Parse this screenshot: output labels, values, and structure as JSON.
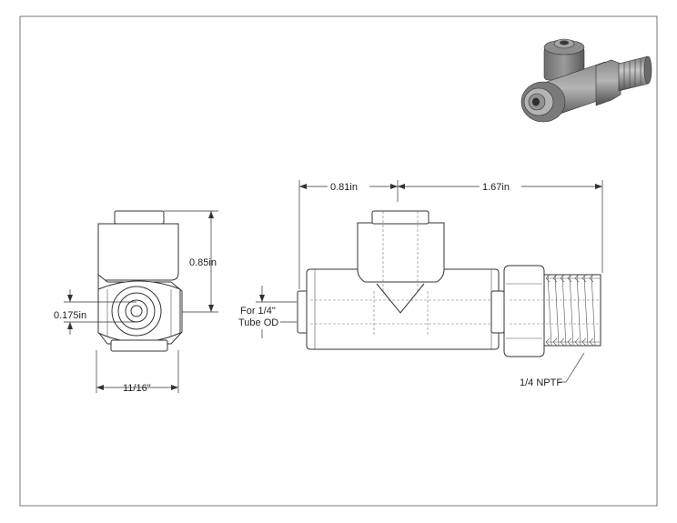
{
  "dimensions": {
    "height": "0.85in",
    "bore": "0.175in",
    "width_front": "11/16\"",
    "left_length": "0.81in",
    "right_length": "1.67in"
  },
  "annotations": {
    "tube_line1": "For 1/4\"",
    "tube_line2": "Tube OD",
    "thread": "1/4 NPTF"
  }
}
